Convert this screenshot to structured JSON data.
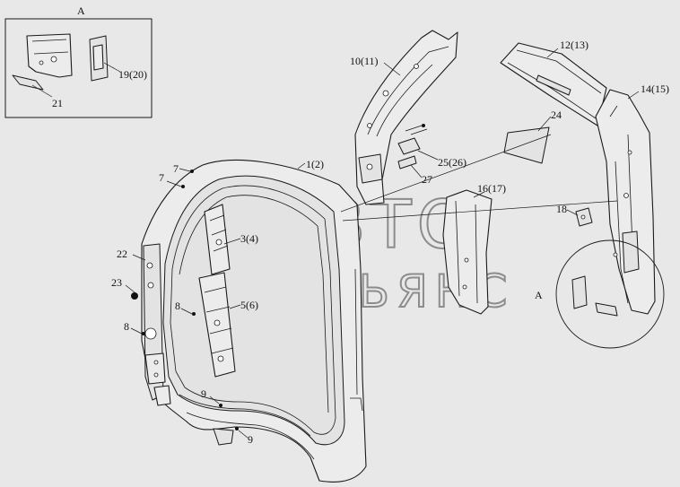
{
  "diagram": {
    "detail_label": "A",
    "detail_callout_label": "A",
    "watermark": {
      "line1": "АВТО",
      "line2": "АЛЬЯНС"
    },
    "callouts": {
      "c1": "1(2)",
      "c3": "3(4)",
      "c5": "5(6)",
      "c7a": "7",
      "c7b": "7",
      "c8a": "8",
      "c8b": "8",
      "c9a": "9",
      "c9b": "9",
      "c10": "10(11)",
      "c12": "12(13)",
      "c14": "14(15)",
      "c16": "16(17)",
      "c18": "18",
      "c19": "19(20)",
      "c21": "21",
      "c22": "22",
      "c23": "23",
      "c24": "24",
      "c25": "25(26)",
      "c27": "27"
    }
  }
}
